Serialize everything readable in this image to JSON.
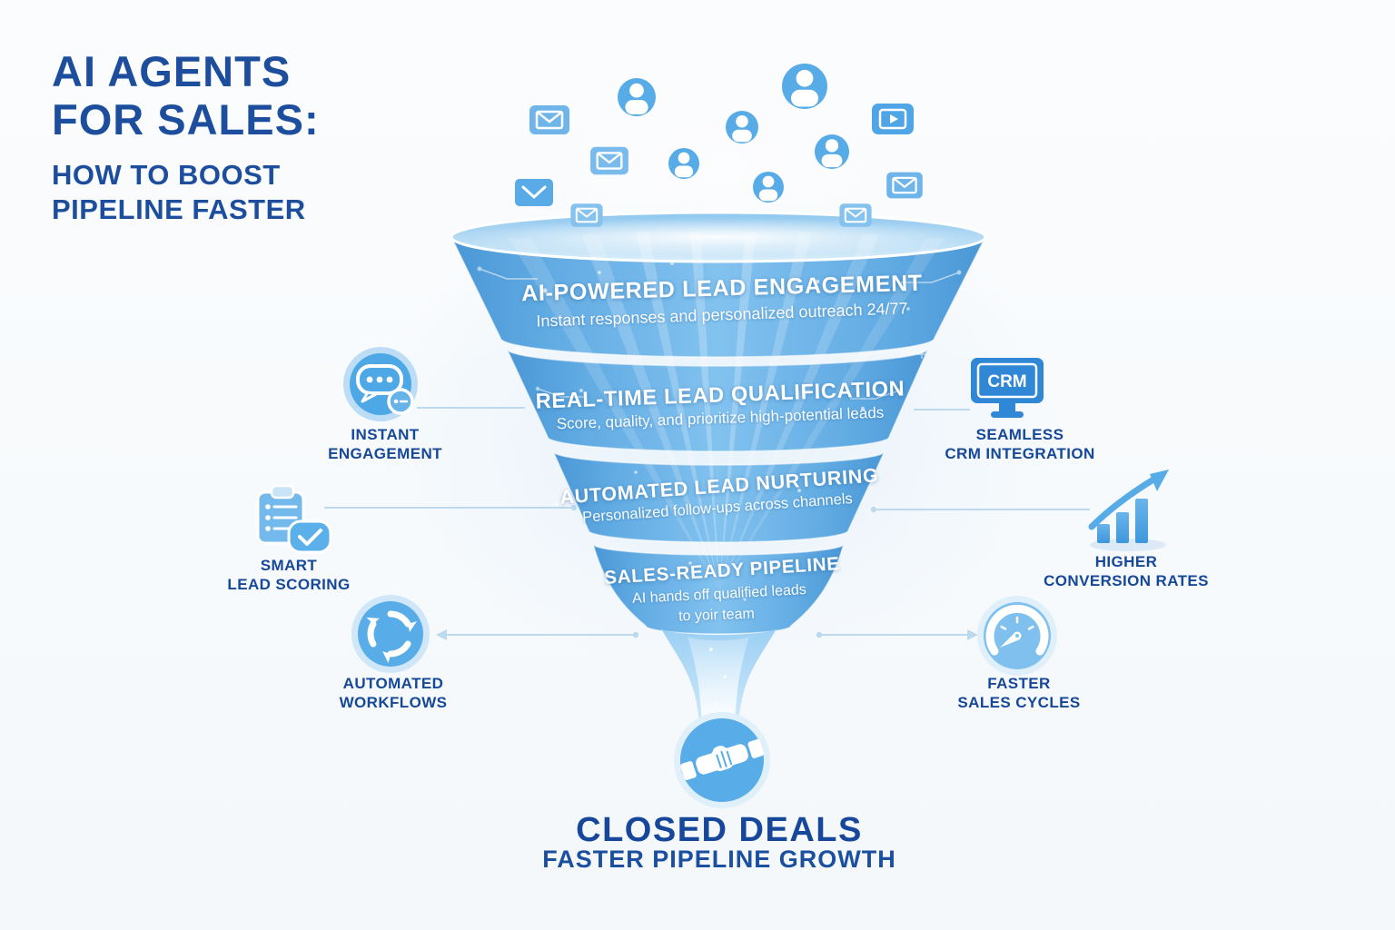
{
  "title": {
    "line1": "AI AGENTS",
    "line2": "FOR SALES:",
    "line3": "HOW TO BOOST",
    "line4": "PIPELINE FASTER"
  },
  "funnel": {
    "stages": [
      {
        "title": "AI-POWERED LEAD ENGAGEMENT",
        "subtitle": "Instant responses and personalized outreach 24/77"
      },
      {
        "title": "REAL-TIME LEAD QUALIFICATION",
        "subtitle": "Score, quality, and prioritize high-potential leads"
      },
      {
        "title": "AUTOMATED LEAD NURTURING",
        "subtitle": "Personalized follow-ups across channels"
      },
      {
        "title": "SALES-READY PIPELINE",
        "subtitle": "AI hands off qualified leads",
        "subtitle2": "to yoir team"
      }
    ]
  },
  "callouts": {
    "left": [
      {
        "icon": "chat-bubbles",
        "line1": "INSTANT",
        "line2": "ENGAGEMENT"
      },
      {
        "icon": "clipboard-checklist",
        "line1": "SMART",
        "line2": "LEAD SCORING"
      },
      {
        "icon": "cycle-arrows",
        "line1": "AUTOMATED",
        "line2": "WORKFLOWS"
      }
    ],
    "right": [
      {
        "icon": "crm-monitor",
        "screen_text": "CRM",
        "line1": "SEAMLESS",
        "line2": "CRM INTEGRATION"
      },
      {
        "icon": "growth-bar-chart",
        "line1": "HIGHER",
        "line2": "CONVERSION RATES"
      },
      {
        "icon": "speedometer",
        "line1": "FASTER",
        "line2": "SALES CYCLES"
      }
    ]
  },
  "outcome": {
    "icon": "handshake",
    "title": "CLOSED DEALS",
    "subtitle": "FASTER PIPELINE GROWTH"
  },
  "floating_icons": [
    "email",
    "person",
    "person",
    "person",
    "video-play",
    "email",
    "person",
    "person",
    "email",
    "person",
    "email",
    "email",
    "email"
  ],
  "colors": {
    "title_navy": "#1c4e9d",
    "label_navy": "#16489a",
    "funnel_blue": "#55a5e2",
    "funnel_blue_light": "#82c2ef",
    "icon_blue": "#55aae6",
    "icon_blue_dark": "#2f87d6",
    "connector": "#bcd9ee",
    "background": "#f8fafc"
  }
}
